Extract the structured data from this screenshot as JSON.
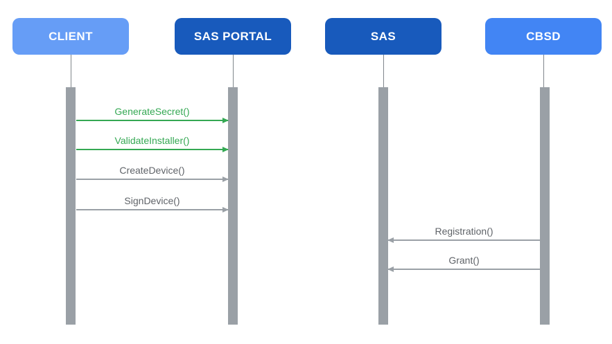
{
  "diagram": {
    "kind": "sequence-diagram",
    "background_color": "#ffffff",
    "colors": {
      "actor_light_blue": "#669df6",
      "actor_dark_blue": "#185abc",
      "actor_medium_blue": "#4285f4",
      "actor_text": "#ffffff",
      "activation_bar": "#9aa0a6",
      "message_green": "#34a853",
      "message_gray_line": "#9aa0a6",
      "message_gray_text": "#5f6368"
    },
    "actors": [
      {
        "id": "client",
        "label": "CLIENT",
        "color": "#669df6"
      },
      {
        "id": "sas-portal",
        "label": "SAS PORTAL",
        "color": "#185abc"
      },
      {
        "id": "sas",
        "label": "SAS",
        "color": "#185abc"
      },
      {
        "id": "cbsd",
        "label": "CBSD",
        "color": "#4285f4"
      }
    ],
    "messages": [
      {
        "label": "GenerateSecret()",
        "from": "client",
        "to": "sas-portal",
        "direction": "right",
        "color": "#34a853"
      },
      {
        "label": "ValidateInstaller()",
        "from": "client",
        "to": "sas-portal",
        "direction": "right",
        "color": "#34a853"
      },
      {
        "label": "CreateDevice()",
        "from": "client",
        "to": "sas-portal",
        "direction": "right",
        "color": "#9aa0a6"
      },
      {
        "label": "SignDevice()",
        "from": "client",
        "to": "sas-portal",
        "direction": "right",
        "color": "#9aa0a6"
      },
      {
        "label": "Registration()",
        "from": "cbsd",
        "to": "sas",
        "direction": "left",
        "color": "#9aa0a6"
      },
      {
        "label": "Grant()",
        "from": "cbsd",
        "to": "sas",
        "direction": "left",
        "color": "#9aa0a6"
      }
    ]
  }
}
